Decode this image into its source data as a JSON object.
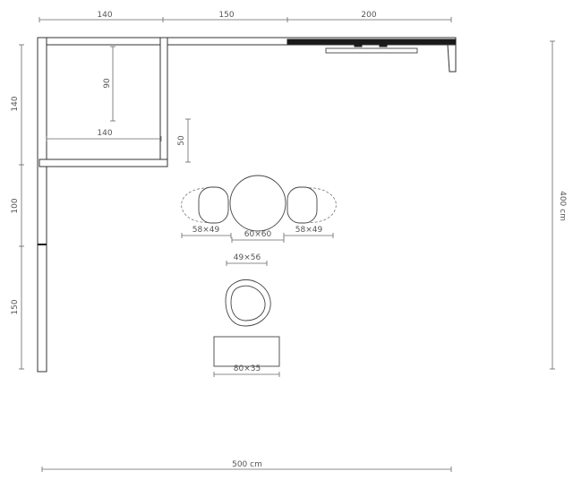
{
  "dimensions": {
    "top_left": "140",
    "top_mid": "150",
    "top_right": "200",
    "left_top": "140",
    "left_mid": "100",
    "left_bottom": "150",
    "bottom_total": "500 cm",
    "right_total": "400 cm",
    "inner_vertical": "90",
    "inner_horizontal": "140",
    "gap_vertical": "50"
  },
  "furniture": {
    "chair_left": "58×49",
    "table": "60×60",
    "chair_right": "58×49",
    "armchair": "49×56",
    "bench": "80×35"
  }
}
